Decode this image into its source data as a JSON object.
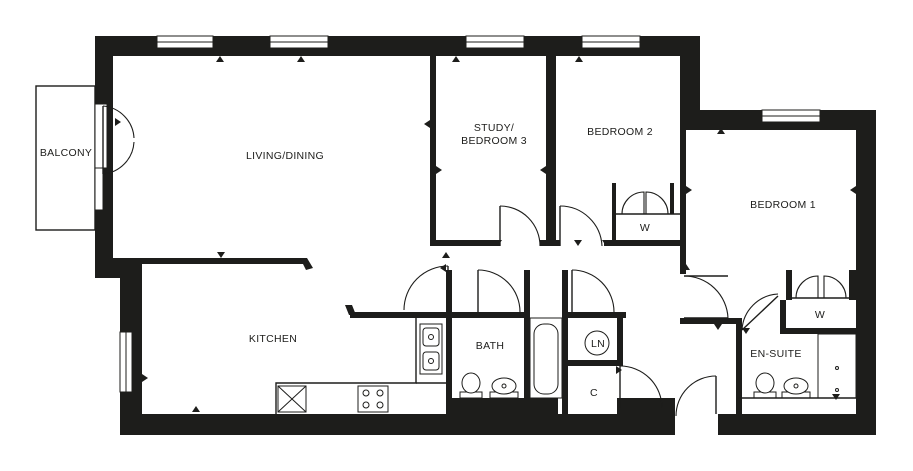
{
  "rooms": {
    "balcony": "BALCONY",
    "living_dining": "LIVING/DINING",
    "study_line1": "STUDY/",
    "study_line2": "BEDROOM 3",
    "bedroom2": "BEDROOM 2",
    "bedroom1": "BEDROOM 1",
    "kitchen": "KITCHEN",
    "bath": "BATH",
    "ensuite": "EN-SUITE",
    "wardrobe_bed2": "W",
    "wardrobe_bed1": "W",
    "linen": "LN",
    "cupboard": "C"
  },
  "colors": {
    "wall": "#1d1d1b",
    "background": "#ffffff"
  }
}
